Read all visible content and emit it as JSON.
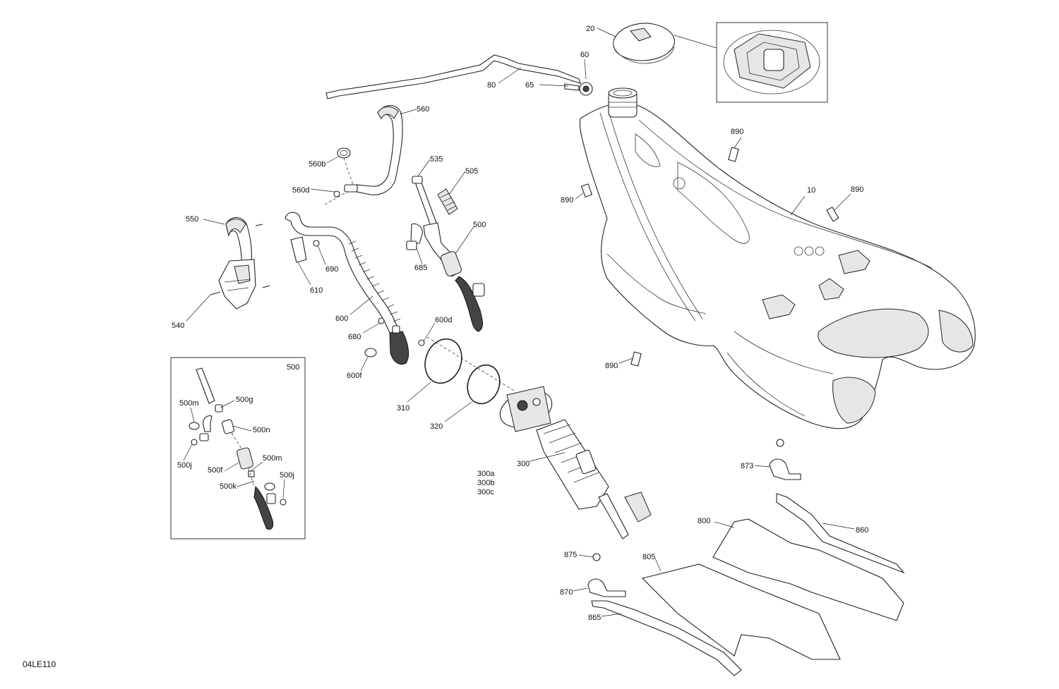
{
  "figure_code": "04LE110",
  "inset_label": "500",
  "labels": {
    "l20": "20",
    "l60": "60",
    "l65": "65",
    "l80": "80",
    "l560": "560",
    "l560b": "560b",
    "l560d": "560d",
    "l535": "535",
    "l505": "505",
    "l500": "500",
    "l685": "685",
    "l550": "550",
    "l540": "540",
    "l610": "610",
    "l690": "690",
    "l600": "600",
    "l680": "680",
    "l600d": "600d",
    "l600f": "600f",
    "l310": "310",
    "l320": "320",
    "l300": "300",
    "l300a": "300a",
    "l300b": "300b",
    "l300c": "300c",
    "l10": "10",
    "l890a": "890",
    "l890b": "890",
    "l890c": "890",
    "l890d": "890",
    "l873": "873",
    "l800": "800",
    "l860": "860",
    "l805": "805",
    "l875": "875",
    "l870": "870",
    "l865": "865",
    "i500m1": "500m",
    "i500g": "500g",
    "i500n": "500n",
    "i500j1": "500j",
    "i500f": "500f",
    "i500m2": "500m",
    "i500j2": "500j",
    "i500k": "500k"
  }
}
